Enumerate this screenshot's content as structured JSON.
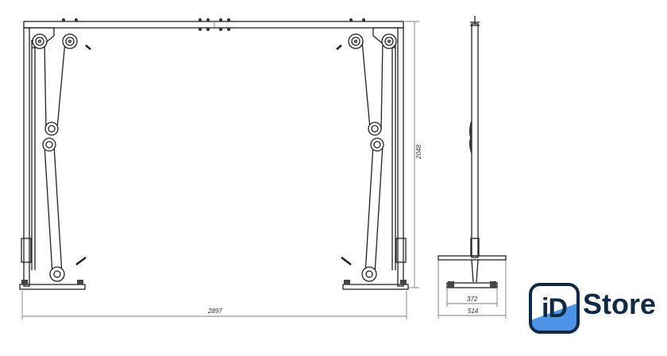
{
  "drawing": {
    "width_dimension": "2897",
    "height_dimension": "2048",
    "base_inner_dimension": "372",
    "base_outer_dimension": "514"
  },
  "logo": {
    "prefix": "iD",
    "name": "Store",
    "colors": {
      "dark": "#0f2a44",
      "accent": "#4d94e8"
    }
  }
}
